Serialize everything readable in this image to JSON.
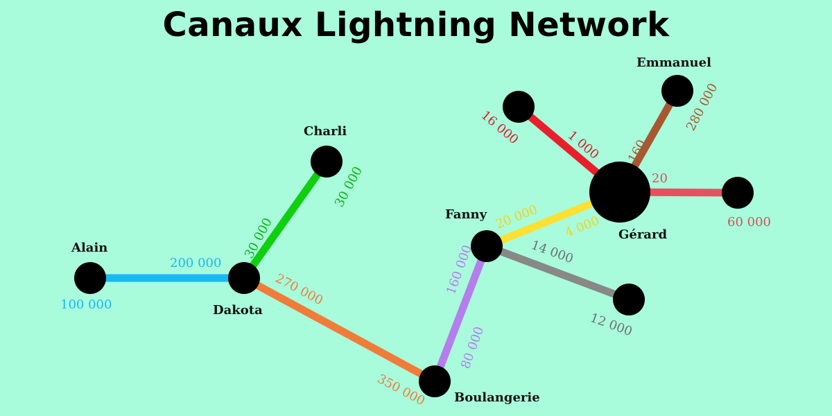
{
  "title": "Canaux Lightning Network",
  "nodes": {
    "alain": {
      "label": "Alain"
    },
    "dakota": {
      "label": "Dakota"
    },
    "charli": {
      "label": "Charli"
    },
    "boulangerie": {
      "label": "Boulangerie"
    },
    "fanny": {
      "label": "Fanny"
    },
    "gerard": {
      "label": "Gérard"
    },
    "emmanuel": {
      "label": "Emmanuel"
    },
    "n16000": {
      "label": ""
    },
    "n60000": {
      "label": ""
    },
    "n12000": {
      "label": ""
    }
  },
  "channels": [
    {
      "id": "alain-dakota",
      "from": "alain",
      "to": "dakota",
      "color": "#1ab8f4",
      "amount_from": "100 000",
      "amount_to": "200 000"
    },
    {
      "id": "dakota-charli",
      "from": "dakota",
      "to": "charli",
      "color": "#0fcf0f",
      "amount_from": "30 000",
      "amount_to": "30 000"
    },
    {
      "id": "dakota-boulangerie",
      "from": "dakota",
      "to": "boulangerie",
      "color": "#f07c3a",
      "amount_from": "270 000",
      "amount_to": "350 000"
    },
    {
      "id": "boulangerie-fanny",
      "from": "boulangerie",
      "to": "fanny",
      "color": "#b57eec",
      "amount_from": "80 000",
      "amount_to": "160 000"
    },
    {
      "id": "fanny-gerard",
      "from": "fanny",
      "to": "gerard",
      "color": "#ffe033",
      "amount_from": "20 000",
      "amount_to": "4 000"
    },
    {
      "id": "fanny-n12000",
      "from": "fanny",
      "to": "n12000",
      "color": "#888888",
      "amount_from": "14 000",
      "amount_to": "12 000"
    },
    {
      "id": "gerard-n16000",
      "from": "gerard",
      "to": "n16000",
      "color": "#e8202c",
      "amount_from": "1 000",
      "amount_to": "16 000"
    },
    {
      "id": "gerard-emmanuel",
      "from": "gerard",
      "to": "emmanuel",
      "color": "#a85830",
      "amount_from": "160",
      "amount_to": "280 000"
    },
    {
      "id": "gerard-n60000",
      "from": "gerard",
      "to": "n60000",
      "color": "#e85060",
      "amount_from": "20",
      "amount_to": "60 000"
    }
  ],
  "label_colors": {
    "blue": "#1ab8f4",
    "green": "#0fb40f",
    "orange": "#f07c3a",
    "purple": "#b57eec",
    "yellow": "#f4d21c",
    "gray": "#707070",
    "red": "#d81f2a",
    "brown": "#a85830",
    "pink": "#d8505c"
  }
}
